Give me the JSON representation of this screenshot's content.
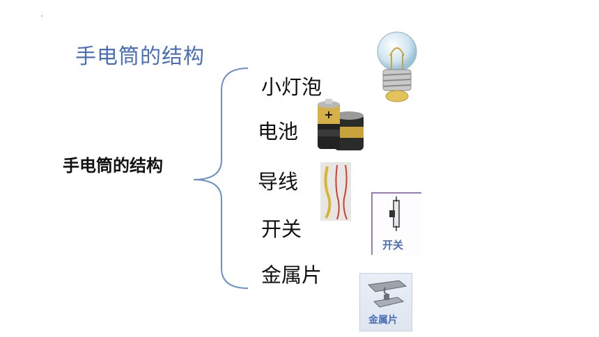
{
  "slide": {
    "title": "手电筒的结构",
    "left_label": "手电筒的结构"
  },
  "components": [
    {
      "label": "小灯泡",
      "icon": "light-bulb-icon"
    },
    {
      "label": "电池",
      "icon": "battery-icon"
    },
    {
      "label": "导线",
      "icon": "wires-icon"
    },
    {
      "label": "开关",
      "icon": "switch-icon",
      "picture_caption": "开关"
    },
    {
      "label": "金属片",
      "icon": "metal-plate-icon",
      "picture_caption": "金属片"
    }
  ],
  "colors": {
    "title": "#4a6fb5",
    "brace": "#6d8fc9",
    "text": "#111111"
  }
}
